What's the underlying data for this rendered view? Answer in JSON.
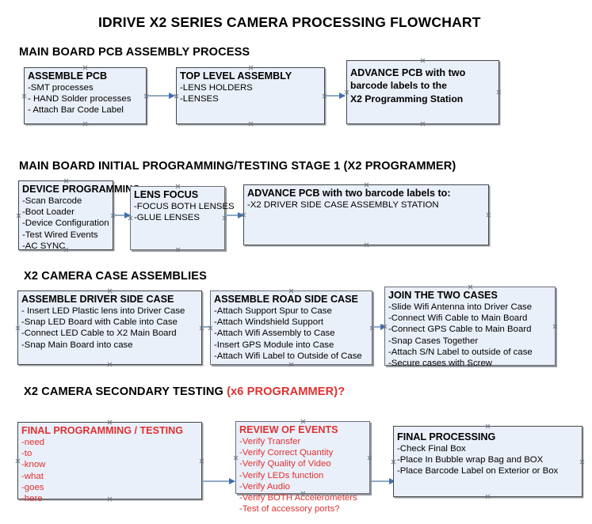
{
  "document": {
    "title": "IDRIVE X2  SERIES CAMERA PROCESSING FLOWCHART"
  },
  "sections": [
    {
      "id": "main-board-pcb-assembly",
      "title": "MAIN BOARD PCB ASSEMBLY PROCESS",
      "title_accent": "",
      "nodes": [
        {
          "id": "assemble-pcb",
          "header": "ASSEMBLE PCB",
          "lines": [
            "-SMT processes",
            "- HAND Solder processes",
            "- Attach Bar Code Label"
          ]
        },
        {
          "id": "top-level-assembly",
          "header": "TOP LEVEL ASSEMBLY",
          "lines": [
            "-LENS HOLDERS",
            "-LENSES"
          ]
        },
        {
          "id": "advance-pcb-x2-programming-station",
          "header": "ADVANCE PCB with two",
          "lines": [
            "barcode labels to the",
            " X2 Programming Station"
          ]
        }
      ]
    },
    {
      "id": "main-board-initial-programming",
      "title": "MAIN BOARD INITIAL PROGRAMMING/TESTING STAGE 1 (X2 PROGRAMMER)",
      "title_accent": "",
      "nodes": [
        {
          "id": "device-programming",
          "header": "DEVICE PROGRAMMING",
          "lines": [
            "-Scan Barcode",
            "-Boot Loader",
            "-Device Configuration",
            "-Test Wired Events",
            "-AC SYNC"
          ]
        },
        {
          "id": "lens-focus",
          "header": "LENS FOCUS",
          "lines": [
            "-FOCUS BOTH LENSES",
            "-GLUE LENSES"
          ]
        },
        {
          "id": "advance-pcb-driver-side-case",
          "header": "ADVANCE PCB with two barcode labels to:",
          "lines": [
            "-X2 DRIVER  SIDE  CASE  ASSEMBLY STATION"
          ]
        }
      ]
    },
    {
      "id": "x2-camera-case-assemblies",
      "title": "X2 CAMERA CASE ASSEMBLIES",
      "title_accent": "",
      "nodes": [
        {
          "id": "assemble-driver-side-case",
          "header": "ASSEMBLE DRIVER SIDE CASE",
          "lines": [
            "- Insert LED Plastic lens into Driver Case",
            "-Snap LED Board with Cable into Case",
            "-Connect LED Cable to X2 Main Board",
            "-Snap Main Board into case"
          ]
        },
        {
          "id": "assemble-road-side-case",
          "header": "ASSEMBLE ROAD SIDE CASE",
          "lines": [
            "-Attach Support Spur to Case",
            "-Attach Windshield Support",
            "-Attach Wifi Assembly to Case",
            "-Insert GPS Module into Case",
            "-Attach Wifi Label to Outside of Case"
          ]
        },
        {
          "id": "join-the-two-cases",
          "header": "JOIN THE TWO CASES",
          "lines": [
            "-Slide Wifi Antenna into Driver Case",
            "-Connect Wifi Cable to Main Board",
            "-Connect GPS Cable to Main Board",
            "-Snap Cases Together",
            "-Attach S/N Label to outside of case",
            "-Secure cases with Screw"
          ]
        }
      ]
    },
    {
      "id": "x2-camera-secondary-testing",
      "title": "X2 CAMERA SECONDARY TESTING ",
      "title_accent": "(x6 PROGRAMMER)?",
      "nodes": [
        {
          "id": "final-programming-testing",
          "header": "FINAL PROGRAMMING / TESTING",
          "lines": [
            "-need",
            "-to",
            "-know",
            "-what",
            "-goes",
            "-here"
          ]
        },
        {
          "id": "review-of-events",
          "header": "REVIEW OF EVENTS",
          "lines": [
            "-Verify Transfer",
            "-Verify Correct Quantity",
            "-Verify Quality of Video",
            "-Verify LEDs function",
            "-Verify Audio",
            "-Verify BOTH Accelerometers",
            "-Test of accessory ports?"
          ]
        },
        {
          "id": "final-processing",
          "header": "FINAL PROCESSING",
          "lines": [
            " -Check Final Box",
            "-Place In Bubble wrap Bag and BOX",
            "-Place Barcode Label on Exterior or Box"
          ]
        }
      ]
    }
  ],
  "colors": {
    "node_fill": "#eaf0f9",
    "node_border": "#43474d",
    "arrow": "#8fa9c4",
    "arrow_head": "#3f6fae",
    "accent_red": "#e03030",
    "text": "#000000"
  }
}
